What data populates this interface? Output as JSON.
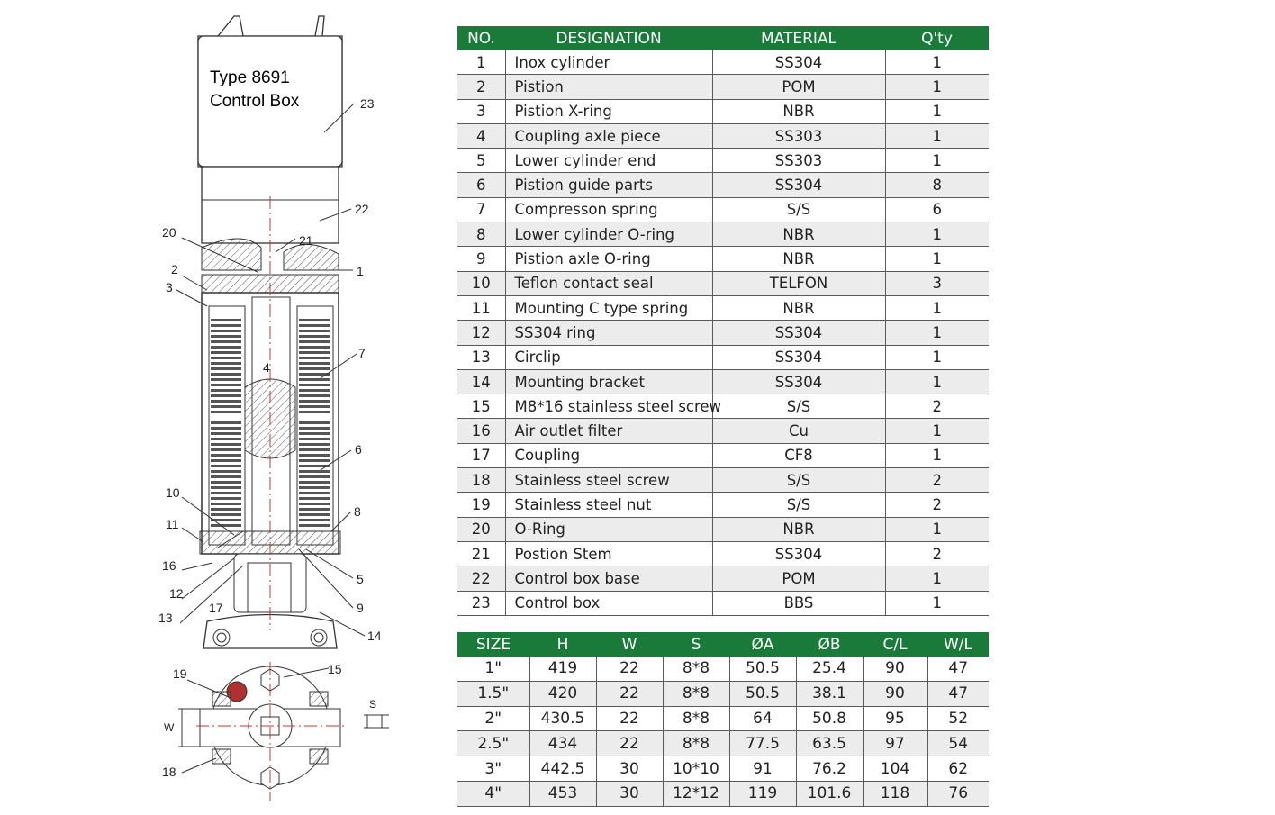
{
  "drawing": {
    "box_title_line1": "Type 8691",
    "box_title_line2": "Control Box",
    "callouts": [
      "23",
      "22",
      "21",
      "20",
      "2",
      "3",
      "1",
      "4",
      "7",
      "6",
      "10",
      "11",
      "8",
      "16",
      "12",
      "13",
      "17",
      "5",
      "9",
      "14",
      "19",
      "15",
      "W",
      "S",
      "18"
    ]
  },
  "parts_table": {
    "headers": [
      "NO.",
      "DESIGNATION",
      "MATERIAL",
      "Q'ty"
    ],
    "rows": [
      [
        "1",
        "Inox cylinder",
        "SS304",
        "1"
      ],
      [
        "2",
        "Pistion",
        "POM",
        "1"
      ],
      [
        "3",
        "Pistion X-ring",
        "NBR",
        "1"
      ],
      [
        "4",
        "Coupling axle piece",
        "SS303",
        "1"
      ],
      [
        "5",
        "Lower cylinder end",
        "SS303",
        "1"
      ],
      [
        "6",
        "Pistion guide parts",
        "SS304",
        "8"
      ],
      [
        "7",
        "Compresson spring",
        "S/S",
        "6"
      ],
      [
        "8",
        "Lower cylinder O-ring",
        "NBR",
        "1"
      ],
      [
        "9",
        "Pistion axle O-ring",
        "NBR",
        "1"
      ],
      [
        "10",
        "Teflon contact seal",
        "TELFON",
        "3"
      ],
      [
        "11",
        "Mounting C type spring",
        "NBR",
        "1"
      ],
      [
        "12",
        "SS304 ring",
        "SS304",
        "1"
      ],
      [
        "13",
        "Circlip",
        "SS304",
        "1"
      ],
      [
        "14",
        "Mounting bracket",
        "SS304",
        "1"
      ],
      [
        "15",
        "M8*16 stainless steel screw",
        "S/S",
        "2"
      ],
      [
        "16",
        "Air outlet filter",
        "Cu",
        "1"
      ],
      [
        "17",
        "Coupling",
        "CF8",
        "1"
      ],
      [
        "18",
        "Stainless steel screw",
        "S/S",
        "2"
      ],
      [
        "19",
        "Stainless steel  nut",
        "S/S",
        "2"
      ],
      [
        "20",
        "O-Ring",
        "NBR",
        "1"
      ],
      [
        "21",
        "Postion Stem",
        "SS304",
        "2"
      ],
      [
        "22",
        "Control box base",
        "POM",
        "1"
      ],
      [
        "23",
        "Control box",
        "BBS",
        "1"
      ]
    ]
  },
  "size_table": {
    "headers": [
      "SIZE",
      "H",
      "W",
      "S",
      "ØA",
      "ØB",
      "C/L",
      "W/L"
    ],
    "rows": [
      [
        "1\"",
        "419",
        "22",
        "8*8",
        "50.5",
        "25.4",
        "90",
        "47"
      ],
      [
        "1.5\"",
        "420",
        "22",
        "8*8",
        "50.5",
        "38.1",
        "90",
        "47"
      ],
      [
        "2\"",
        "430.5",
        "22",
        "8*8",
        "64",
        "50.8",
        "95",
        "52"
      ],
      [
        "2.5\"",
        "434",
        "22",
        "8*8",
        "77.5",
        "63.5",
        "97",
        "54"
      ],
      [
        "3\"",
        "442.5",
        "30",
        "10*10",
        "91",
        "76.2",
        "104",
        "62"
      ],
      [
        "4\"",
        "453",
        "30",
        "12*12",
        "119",
        "101.6",
        "118",
        "76"
      ]
    ]
  },
  "colors": {
    "header_bg": "#1a7a3a",
    "header_text": "#ffffff",
    "alt_row": "#ececec",
    "centerline": "#c0392b"
  }
}
